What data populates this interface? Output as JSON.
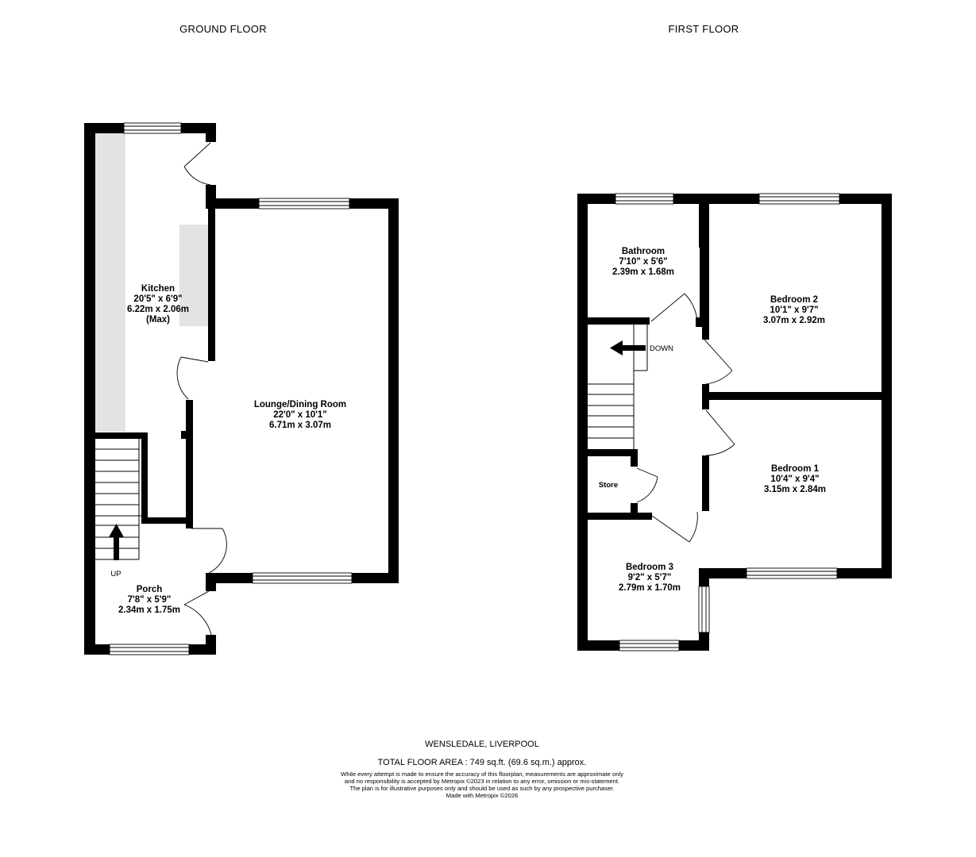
{
  "headers": {
    "ground_floor": "GROUND FLOOR",
    "first_floor": "FIRST  FLOOR"
  },
  "ground_floor": {
    "kitchen": {
      "name": "Kitchen",
      "imperial": "20'5\"  x 6'9\"",
      "metric": "6.22m  x 2.06m",
      "note": "(Max)"
    },
    "lounge": {
      "name": "Lounge/Dining Room",
      "imperial": "22'0\"  x 10'1\"",
      "metric": "6.71m  x 3.07m"
    },
    "porch": {
      "name": "Porch",
      "imperial": "7'8\"  x 5'9\"",
      "metric": "2.34m  x 1.75m"
    },
    "stairs_label": "UP"
  },
  "first_floor": {
    "bathroom": {
      "name": "Bathroom",
      "imperial": "7'10\"  x 5'6\"",
      "metric": "2.39m  x 1.68m"
    },
    "bedroom2": {
      "name": "Bedroom 2",
      "imperial": "10'1\"  x 9'7\"",
      "metric": "3.07m  x 2.92m"
    },
    "bedroom1": {
      "name": "Bedroom 1",
      "imperial": "10'4\"  x 9'4\"",
      "metric": "3.15m  x 2.84m"
    },
    "bedroom3": {
      "name": "Bedroom 3",
      "imperial": "9'2\"  x 5'7\"",
      "metric": "2.79m  x 1.70m"
    },
    "store": "Store",
    "stairs_label": "DOWN"
  },
  "footer": {
    "address": "WENSLEDALE, LIVERPOOL",
    "total_area": "TOTAL FLOOR AREA : 749 sq.ft. (69.6 sq.m.) approx.",
    "disclaimer_lines": [
      "While every attempt is made to ensure the accuracy of this floorplan, measurements are approximate only",
      "and no responsibility is accepted by Metropix ©2023 in relation to any error, omission or mis-statement.",
      "The plan is for illustrative purposes only and should be used as such by any prospective purchaser.",
      "Made with Metropix ©2026"
    ]
  },
  "colors": {
    "wall": "#000000",
    "counter": "#e3e3e3",
    "background": "#ffffff"
  }
}
